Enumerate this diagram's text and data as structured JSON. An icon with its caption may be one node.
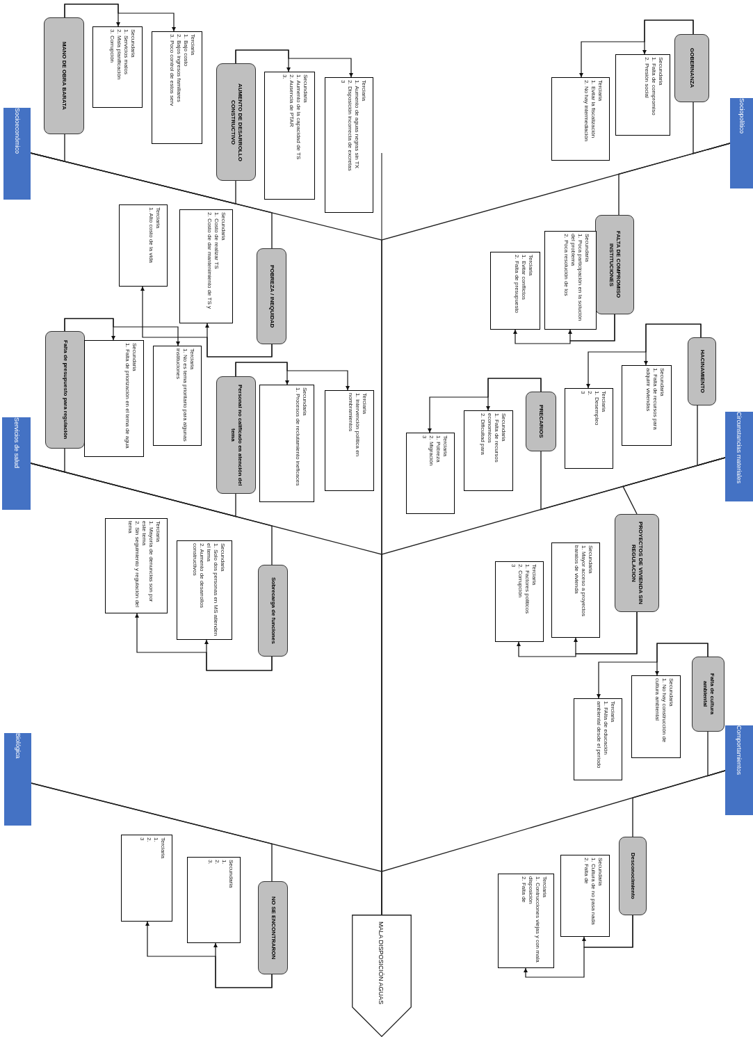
{
  "diagram": {
    "nodes": [
      {
        "text": [
          "Socioeconómico"
        ]
      },
      {
        "text": [
          "Sociopolítico"
        ]
      },
      {
        "text": [
          "Servicios de salud"
        ]
      },
      {
        "text": [
          "Circunstancias materiales"
        ]
      },
      {
        "text": [
          "Biológica"
        ]
      },
      {
        "text": [
          "Comportamientos"
        ]
      },
      {
        "text": [
          "MALA DISPOSICIÓN AGUAS"
        ]
      },
      {
        "text": [
          "MANO DE OBRA BARATA"
        ]
      },
      {
        "text": [
          "Secundaria",
          "1. Servicios malos",
          "2. Mala planificación",
          "3. Corrupción"
        ]
      },
      {
        "text": [
          "Terciaria",
          "1. Bajo costo",
          "2. Bajos ingresos familiares",
          "3. Poco control de estos serv"
        ]
      },
      {
        "text": [
          "AUMENTO DE DESARROLLO CONSTRUCTIVO"
        ]
      },
      {
        "text": [
          "Secundaria",
          "1. Aumento de la capacidad de TS",
          "2. Ausencia de PTAR",
          "3."
        ]
      },
      {
        "text": [
          "Terciaria",
          "1. Aumento de aguas negras sin TX",
          "2. Disposición incorrecta de excretas",
          "3"
        ]
      },
      {
        "text": [
          "POBREZA / INEQUIDAD"
        ]
      },
      {
        "text": [
          "Secundaria",
          "1. Costo de realizar TS",
          "2. Costo de dar mantenimiento de TS y"
        ]
      },
      {
        "text": [
          "Terciaria",
          "1. Alto costo de la vida"
        ]
      },
      {
        "text": [
          "GOBERNANZA"
        ]
      },
      {
        "text": [
          "Secundaria",
          "1. Falta de compromiso",
          "2. Presión social"
        ]
      },
      {
        "text": [
          "Terciaria",
          "1. Evitar la fiscalización",
          "2. No hay intermediación"
        ]
      },
      {
        "text": [
          "FALTA DE COMPROMISO INSTITUCIONES"
        ]
      },
      {
        "text": [
          "Secundaria",
          "1. Poca participación en la solución del problema",
          "2. Poca resolución de los"
        ]
      },
      {
        "text": [
          "Terciaria",
          "1. Evitar conflictos",
          "2. Falta de presupuesto"
        ]
      },
      {
        "text": [
          "HACINAMIENTO"
        ]
      },
      {
        "text": [
          "Secundaria",
          "1. Falta de recursos para adquirir viviendas"
        ]
      },
      {
        "text": [
          "Terciaria",
          "1. Desempleo",
          "2.",
          "3"
        ]
      },
      {
        "text": [
          "PRECARIOS"
        ]
      },
      {
        "text": [
          "Secundaria",
          "1. Falta de recursos economicos",
          "2. Dificultad para"
        ]
      },
      {
        "text": [
          "Terciaria",
          "1. Pobreza",
          "2. Migración",
          "3"
        ]
      },
      {
        "text": [
          "PROYECTOS DE VIVIENDA SIN REGULACION"
        ]
      },
      {
        "text": [
          "Secundaria",
          "1. Mayor acceso a proyectos baratos de vivienda"
        ]
      },
      {
        "text": [
          "Terciaria",
          "1. Factores politicos",
          "2. Corrupción",
          "3"
        ]
      },
      {
        "text": [
          "Falta de cultura ambiental"
        ]
      },
      {
        "text": [
          "Secundaria",
          "1. No hay construcción de cultura ambiental"
        ]
      },
      {
        "text": [
          "Terciaria",
          "1. FAlta de educación ambiental desde el período"
        ]
      },
      {
        "text": [
          "Desconocimiento"
        ]
      },
      {
        "text": [
          "Secundaria",
          "1. Cultura de no pasa nada",
          "2. Falta de"
        ]
      },
      {
        "text": [
          "Terciaria",
          "1. Contrucciones viejas y con mala disposición",
          "2. Falta de"
        ]
      },
      {
        "text": [
          "Falta de presupuesto para regulación"
        ]
      },
      {
        "text": [
          "Secundaria",
          "1. Falta de priorización en el tema de agua"
        ]
      },
      {
        "text": [
          "Terciaria",
          "1. No es tema prioritario para algunas instituciones"
        ]
      },
      {
        "text": [
          "Personal no calificado en atención del tema"
        ]
      },
      {
        "text": [
          "Secundaria",
          "1. Procesos de reclutamiento ineficaces"
        ]
      },
      {
        "text": [
          "Terciaria",
          "1. Intervención política en nombramientos"
        ]
      },
      {
        "text": [
          "Sobrecarga de funciones"
        ]
      },
      {
        "text": [
          "Secundaria",
          "1. Solo dos personas en MS atienden el tema",
          "2. Aumento de desarrollos constructivos"
        ]
      },
      {
        "text": [
          "Terciaria",
          "1. Mayoría de denuncias son por este tema",
          "2. Sin seguimiento y regulación del tema"
        ]
      },
      {
        "text": [
          "NO SE ENCONTRARON"
        ]
      },
      {
        "text": [
          "Secundaria",
          "1.",
          "2.",
          "3."
        ]
      },
      {
        "text": [
          "Terciaria",
          "1.",
          "2.",
          "3"
        ]
      }
    ],
    "edges": [
      {
        "from": 0,
        "to": 6,
        "arrow": "none"
      },
      {
        "from": 1,
        "to": 6,
        "arrow": "none"
      },
      {
        "from": 2,
        "to": 6,
        "arrow": "none"
      },
      {
        "from": 3,
        "to": 6,
        "arrow": "none"
      },
      {
        "from": 4,
        "to": 6,
        "arrow": "none"
      },
      {
        "from": 5,
        "to": 6,
        "arrow": "none"
      },
      {
        "from": 7,
        "to": 0,
        "arrow": "none"
      },
      {
        "from": 7,
        "to": 8,
        "arrow": "to"
      },
      {
        "from": 7,
        "to": 9,
        "arrow": "to"
      },
      {
        "from": 10,
        "to": 0,
        "arrow": "none"
      },
      {
        "from": 10,
        "to": 11,
        "arrow": "to"
      },
      {
        "from": 10,
        "to": 12,
        "arrow": "to"
      },
      {
        "from": 13,
        "to": 0,
        "arrow": "none"
      },
      {
        "from": 13,
        "to": 14,
        "arrow": "to"
      },
      {
        "from": 13,
        "to": 15,
        "arrow": "to"
      },
      {
        "from": 16,
        "to": 1,
        "arrow": "none"
      },
      {
        "from": 16,
        "to": 17,
        "arrow": "to"
      },
      {
        "from": 16,
        "to": 18,
        "arrow": "to"
      },
      {
        "from": 19,
        "to": 1,
        "arrow": "none"
      },
      {
        "from": 19,
        "to": 20,
        "arrow": "to"
      },
      {
        "from": 19,
        "to": 21,
        "arrow": "to"
      },
      {
        "from": 22,
        "to": 3,
        "arrow": "none"
      },
      {
        "from": 22,
        "to": 23,
        "arrow": "to"
      },
      {
        "from": 22,
        "to": 24,
        "arrow": "to"
      },
      {
        "from": 25,
        "to": 3,
        "arrow": "none"
      },
      {
        "from": 25,
        "to": 26,
        "arrow": "to"
      },
      {
        "from": 25,
        "to": 27,
        "arrow": "to"
      },
      {
        "from": 28,
        "to": 3,
        "arrow": "none"
      },
      {
        "from": 28,
        "to": 29,
        "arrow": "to"
      },
      {
        "from": 28,
        "to": 30,
        "arrow": "to"
      },
      {
        "from": 31,
        "to": 5,
        "arrow": "none"
      },
      {
        "from": 31,
        "to": 32,
        "arrow": "to"
      },
      {
        "from": 31,
        "to": 33,
        "arrow": "to"
      },
      {
        "from": 34,
        "to": 5,
        "arrow": "none"
      },
      {
        "from": 34,
        "to": 35,
        "arrow": "to"
      },
      {
        "from": 34,
        "to": 36,
        "arrow": "to"
      },
      {
        "from": 37,
        "to": 2,
        "arrow": "none"
      },
      {
        "from": 37,
        "to": 38,
        "arrow": "to"
      },
      {
        "from": 37,
        "to": 39,
        "arrow": "to"
      },
      {
        "from": 40,
        "to": 2,
        "arrow": "none"
      },
      {
        "from": 40,
        "to": 41,
        "arrow": "to"
      },
      {
        "from": 40,
        "to": 42,
        "arrow": "to"
      },
      {
        "from": 43,
        "to": 2,
        "arrow": "none"
      },
      {
        "from": 43,
        "to": 44,
        "arrow": "to"
      },
      {
        "from": 43,
        "to": 45,
        "arrow": "to"
      },
      {
        "from": 46,
        "to": 4,
        "arrow": "none"
      },
      {
        "from": 46,
        "to": 47,
        "arrow": "to"
      },
      {
        "from": 46,
        "to": 48,
        "arrow": "to"
      }
    ]
  }
}
